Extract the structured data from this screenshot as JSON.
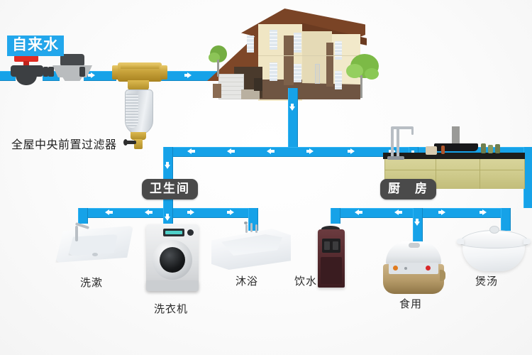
{
  "diagram": {
    "title_tag": "自来水",
    "filter_caption": "全屋中央前置过滤器",
    "zones": [
      {
        "id": "bathroom",
        "label": "卫生间"
      },
      {
        "id": "kitchen",
        "label": "厨　房"
      }
    ],
    "fixtures": [
      {
        "id": "wash",
        "label": "洗漱",
        "zone": "bathroom"
      },
      {
        "id": "washer",
        "label": "洗衣机",
        "zone": "bathroom"
      },
      {
        "id": "shower",
        "label": "沐浴",
        "zone": "bathroom"
      },
      {
        "id": "drinking",
        "label": "饮水",
        "zone": "kitchen"
      },
      {
        "id": "cooking",
        "label": "食用",
        "zone": "kitchen"
      },
      {
        "id": "soup",
        "label": "煲汤",
        "zone": "kitchen"
      }
    ],
    "colors": {
      "pipe": "#16a2e8",
      "pipe_highlight": "#2fb4f5",
      "pipe_shadow": "#0f86c4",
      "tag_blue": "#22a7ec",
      "tag_dark": "#4a4a4a",
      "background": "#fdfdfd",
      "brass": "#c9a43c",
      "valve_handle": "#e02b22",
      "roof": "#7a4426",
      "wall": "#f0e6c4",
      "counter": "#cfcb8c"
    },
    "icons": {
      "arrow_right": "arrow-right-icon",
      "arrow_left": "arrow-left-icon",
      "arrow_down": "arrow-down-icon"
    }
  }
}
